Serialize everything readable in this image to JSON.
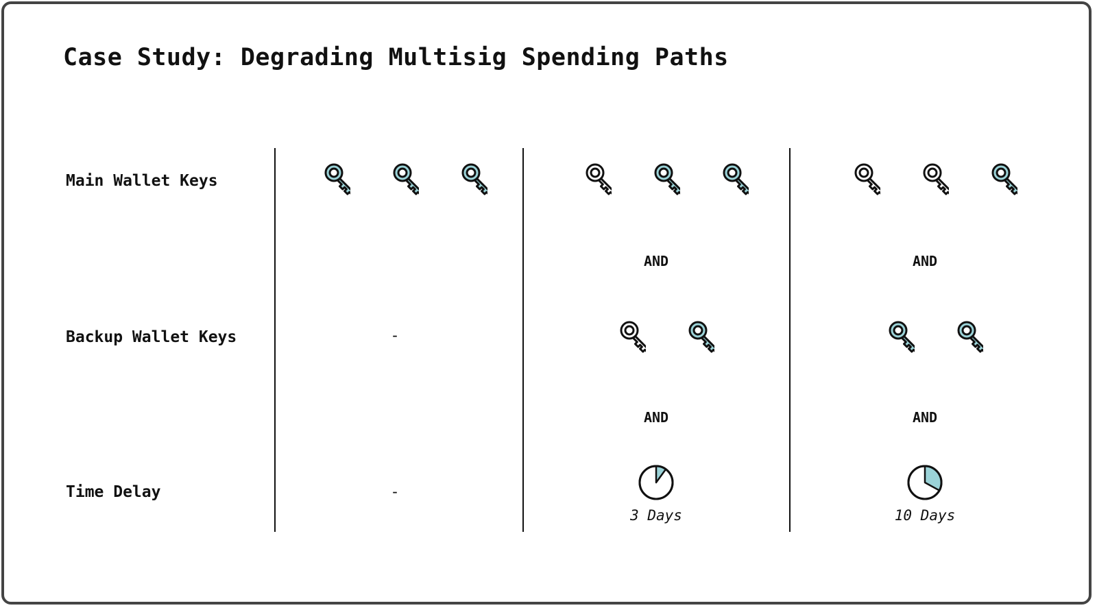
{
  "title": "Case Study: Degrading Multisig Spending Paths",
  "colors": {
    "accent": "#9bd3d8",
    "stroke": "#111111",
    "frame": "#444444"
  },
  "rows": {
    "main_keys": "Main Wallet Keys",
    "backup_keys": "Backup Wallet Keys",
    "time_delay": "Time Delay"
  },
  "columns": [
    {
      "main_keys": [
        "filled",
        "filled",
        "filled"
      ],
      "backup_text": "-",
      "delay_text": "-"
    },
    {
      "main_keys": [
        "outline",
        "filled",
        "filled"
      ],
      "and_1": "AND",
      "backup_keys": [
        "outline",
        "filled"
      ],
      "and_2": "AND",
      "delay_icon": "clock-icon",
      "delay_fraction": 0.1,
      "delay_label": "3 Days"
    },
    {
      "main_keys": [
        "outline",
        "outline",
        "filled"
      ],
      "and_1": "AND",
      "backup_keys": [
        "filled",
        "filled"
      ],
      "and_2": "AND",
      "delay_icon": "clock-icon",
      "delay_fraction": 0.33,
      "delay_label": "10 Days"
    }
  ]
}
